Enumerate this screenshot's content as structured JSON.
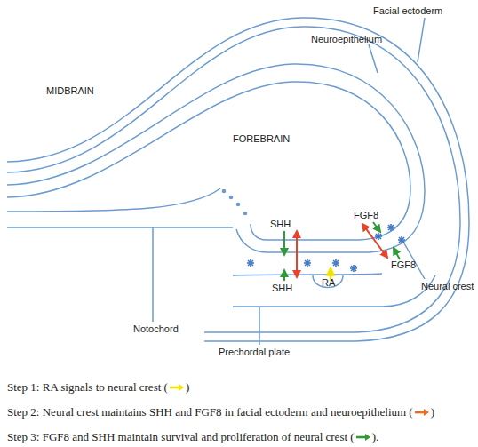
{
  "diagram": {
    "labels": [
      "MIDBRAIN",
      "FOREBRAIN",
      "Neuroepithelium",
      "Facial ectoderm",
      "SHH",
      "FGF8",
      "SHH",
      "RA",
      "FGF8",
      "Neural crest",
      "Prechordal plate",
      "Notochord",
      "Step 1: RA signals to neural crest (",
      ")",
      "Step 2: Neural crest maintains SHH and FGF8 in facial ectoderm and neuroepithelium (",
      ")",
      "Step 3: FGF8 and SHH maintain survival and proliferation of neural crest (",
      ")."
    ]
  }
}
